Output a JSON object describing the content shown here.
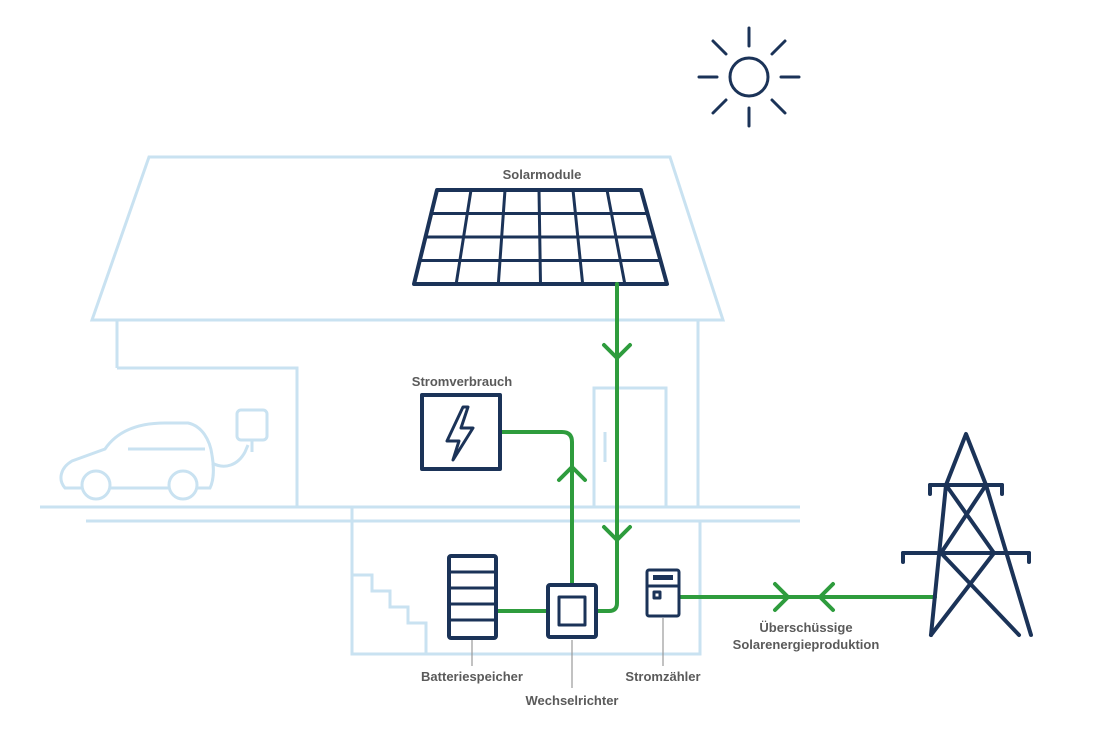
{
  "labels": {
    "solar_modules": "Solarmodule",
    "consumption": "Stromverbrauch",
    "battery": "Batteriespeicher",
    "inverter": "Wechselrichter",
    "meter": "Stromzähler",
    "surplus_line1": "Überschüssige",
    "surplus_line2": "Solarenergieproduktion"
  },
  "colors": {
    "house_outline": "#c9e2f1",
    "icon_navy": "#1b3358",
    "energy_flow_green": "#2e9c3d",
    "label_gray": "#5a5a5a"
  },
  "icons": [
    "sun-icon",
    "solar-panel-icon",
    "lightning-icon",
    "battery-icon",
    "inverter-icon",
    "meter-icon",
    "power-pylon-icon",
    "car-icon",
    "charger-icon"
  ]
}
